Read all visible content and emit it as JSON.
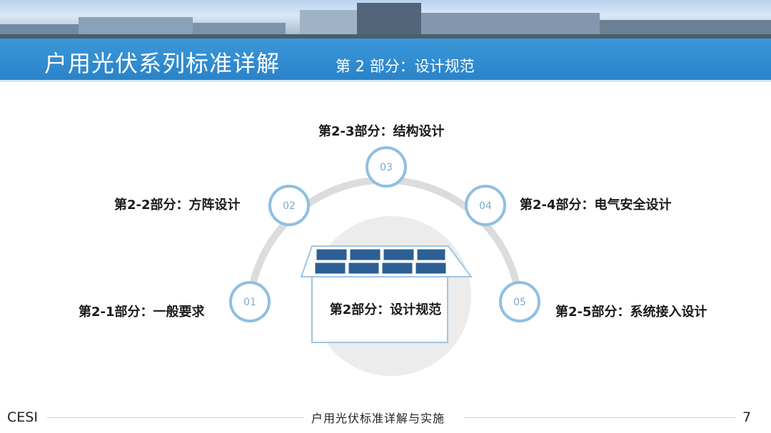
{
  "header": {
    "title": "户用光伏系列标准详解",
    "subtitle": "第 2 部分：设计规范"
  },
  "center": {
    "label": "第2部分：设计规范"
  },
  "steps": [
    {
      "number": "01",
      "label": "第2-1部分：一般要求"
    },
    {
      "number": "02",
      "label": "第2-2部分：方阵设计"
    },
    {
      "number": "03",
      "label": "第2-3部分：结构设计"
    },
    {
      "number": "04",
      "label": "第2-4部分：电气安全设计"
    },
    {
      "number": "05",
      "label": "第2-5部分：系统接入设计"
    }
  ],
  "footer": {
    "org": "CESI",
    "center_text": "户用光伏标准详解与实施",
    "page": "7"
  },
  "colors": {
    "banner": "#2a83c9",
    "arc": "#dddddd",
    "node_ring": "#8fbfe0",
    "panel": "#2c5f93"
  }
}
